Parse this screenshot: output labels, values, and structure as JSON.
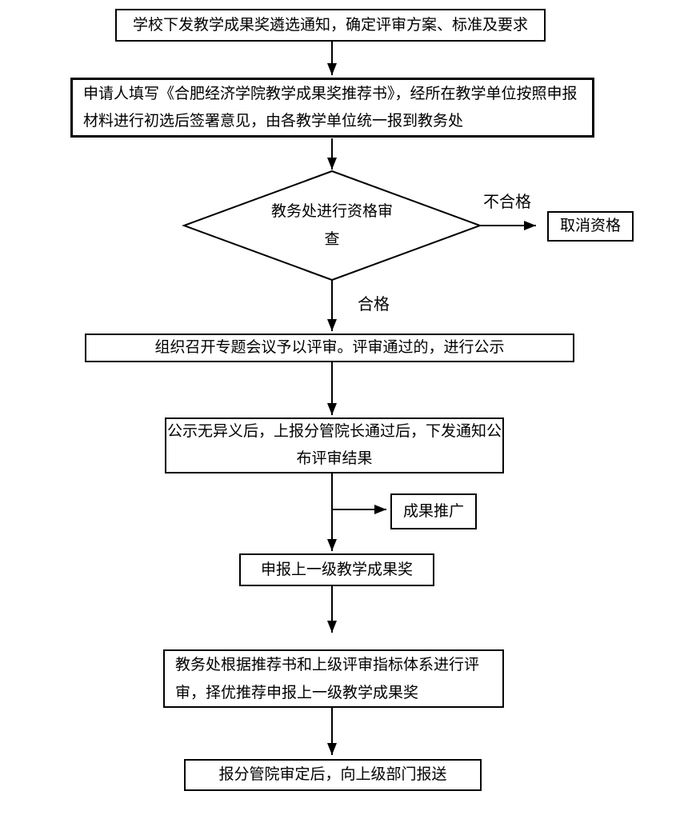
{
  "nodes": {
    "notice": {
      "label": "学校下发教学成果奖遴选通知，确定评审方案、标准及要求"
    },
    "apply": {
      "label": "申请人填写《合肥经济学院教学成果奖推荐书》，经所在教学单位按照申报材料进行初选后签署意见，由各教学单位统一报到教务处"
    },
    "qualification": {
      "label": "教务处进行资格审查"
    },
    "disqualify": {
      "label": "取消资格"
    },
    "meeting_review": {
      "label": "组织召开专题会议予以评审。评审通过的，进行公示"
    },
    "announce": {
      "label": "公示无异义后，上报分管院长通过后，下发通知公布评审结果"
    },
    "promotion": {
      "label": "成果推广"
    },
    "apply_higher": {
      "label": "申报上一级教学成果奖"
    },
    "recommend_higher": {
      "label": "教务处根据推荐书和上级评审指标体系进行评审，择优推荐申报上一级教学成果奖"
    },
    "submit_higher": {
      "label": "报分管院审定后，向上级部门报送"
    }
  },
  "edge_labels": {
    "fail": "不合格",
    "pass": "合格"
  },
  "colors": {
    "line": "#000000",
    "background": "#ffffff",
    "text": "#000000"
  }
}
